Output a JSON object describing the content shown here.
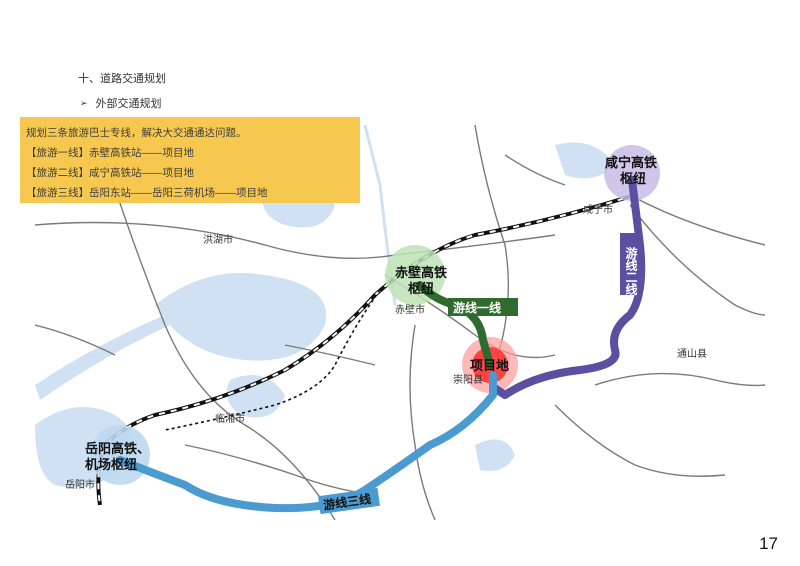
{
  "header": {
    "section_title": "十、道路交通规划",
    "bullet": "➢",
    "subsection_title": "外部交通规划"
  },
  "info_box": {
    "intro": "规划三条旅游巴士专线，解决大交通通达问题。",
    "lines": [
      "【旅游一线】赤壁高铁站——项目地",
      "【旅游二线】咸宁高铁站——项目地",
      "【旅游三线】岳阳东站——岳阳三荷机场——项目地"
    ],
    "color": "#f7c646"
  },
  "map": {
    "cities": {
      "honghu": "洪湖市",
      "xianning": "咸宁市",
      "chibi": "赤壁市",
      "chongyang": "崇阳县",
      "tongshan": "通山县",
      "linxiang": "临湘市",
      "yueyang": "岳阳市"
    },
    "hubs": {
      "xianning_hub": "咸宁高铁\n枢纽",
      "chibi_hub": "赤壁高铁\n枢纽",
      "project_site": "项目地",
      "yueyang_hub": "岳阳高铁、\n机场枢纽"
    },
    "routes": {
      "line1": {
        "label": "游线一线",
        "color": "#2f6b2f"
      },
      "line2": {
        "label": "游线二线",
        "color": "#5a4fa0"
      },
      "line3": {
        "label": "游线三线",
        "color": "#4b9ad0"
      }
    },
    "colors": {
      "water": "#cfe1f2",
      "road": "#7a7a7a",
      "railway": "#111111",
      "project_glow": "#ff3b3b",
      "chibi_glow": "#bde3b6",
      "xianning_glow": "#c5bde6",
      "yueyang_glow": "#bcd8f0"
    }
  },
  "page": {
    "number": "17"
  }
}
